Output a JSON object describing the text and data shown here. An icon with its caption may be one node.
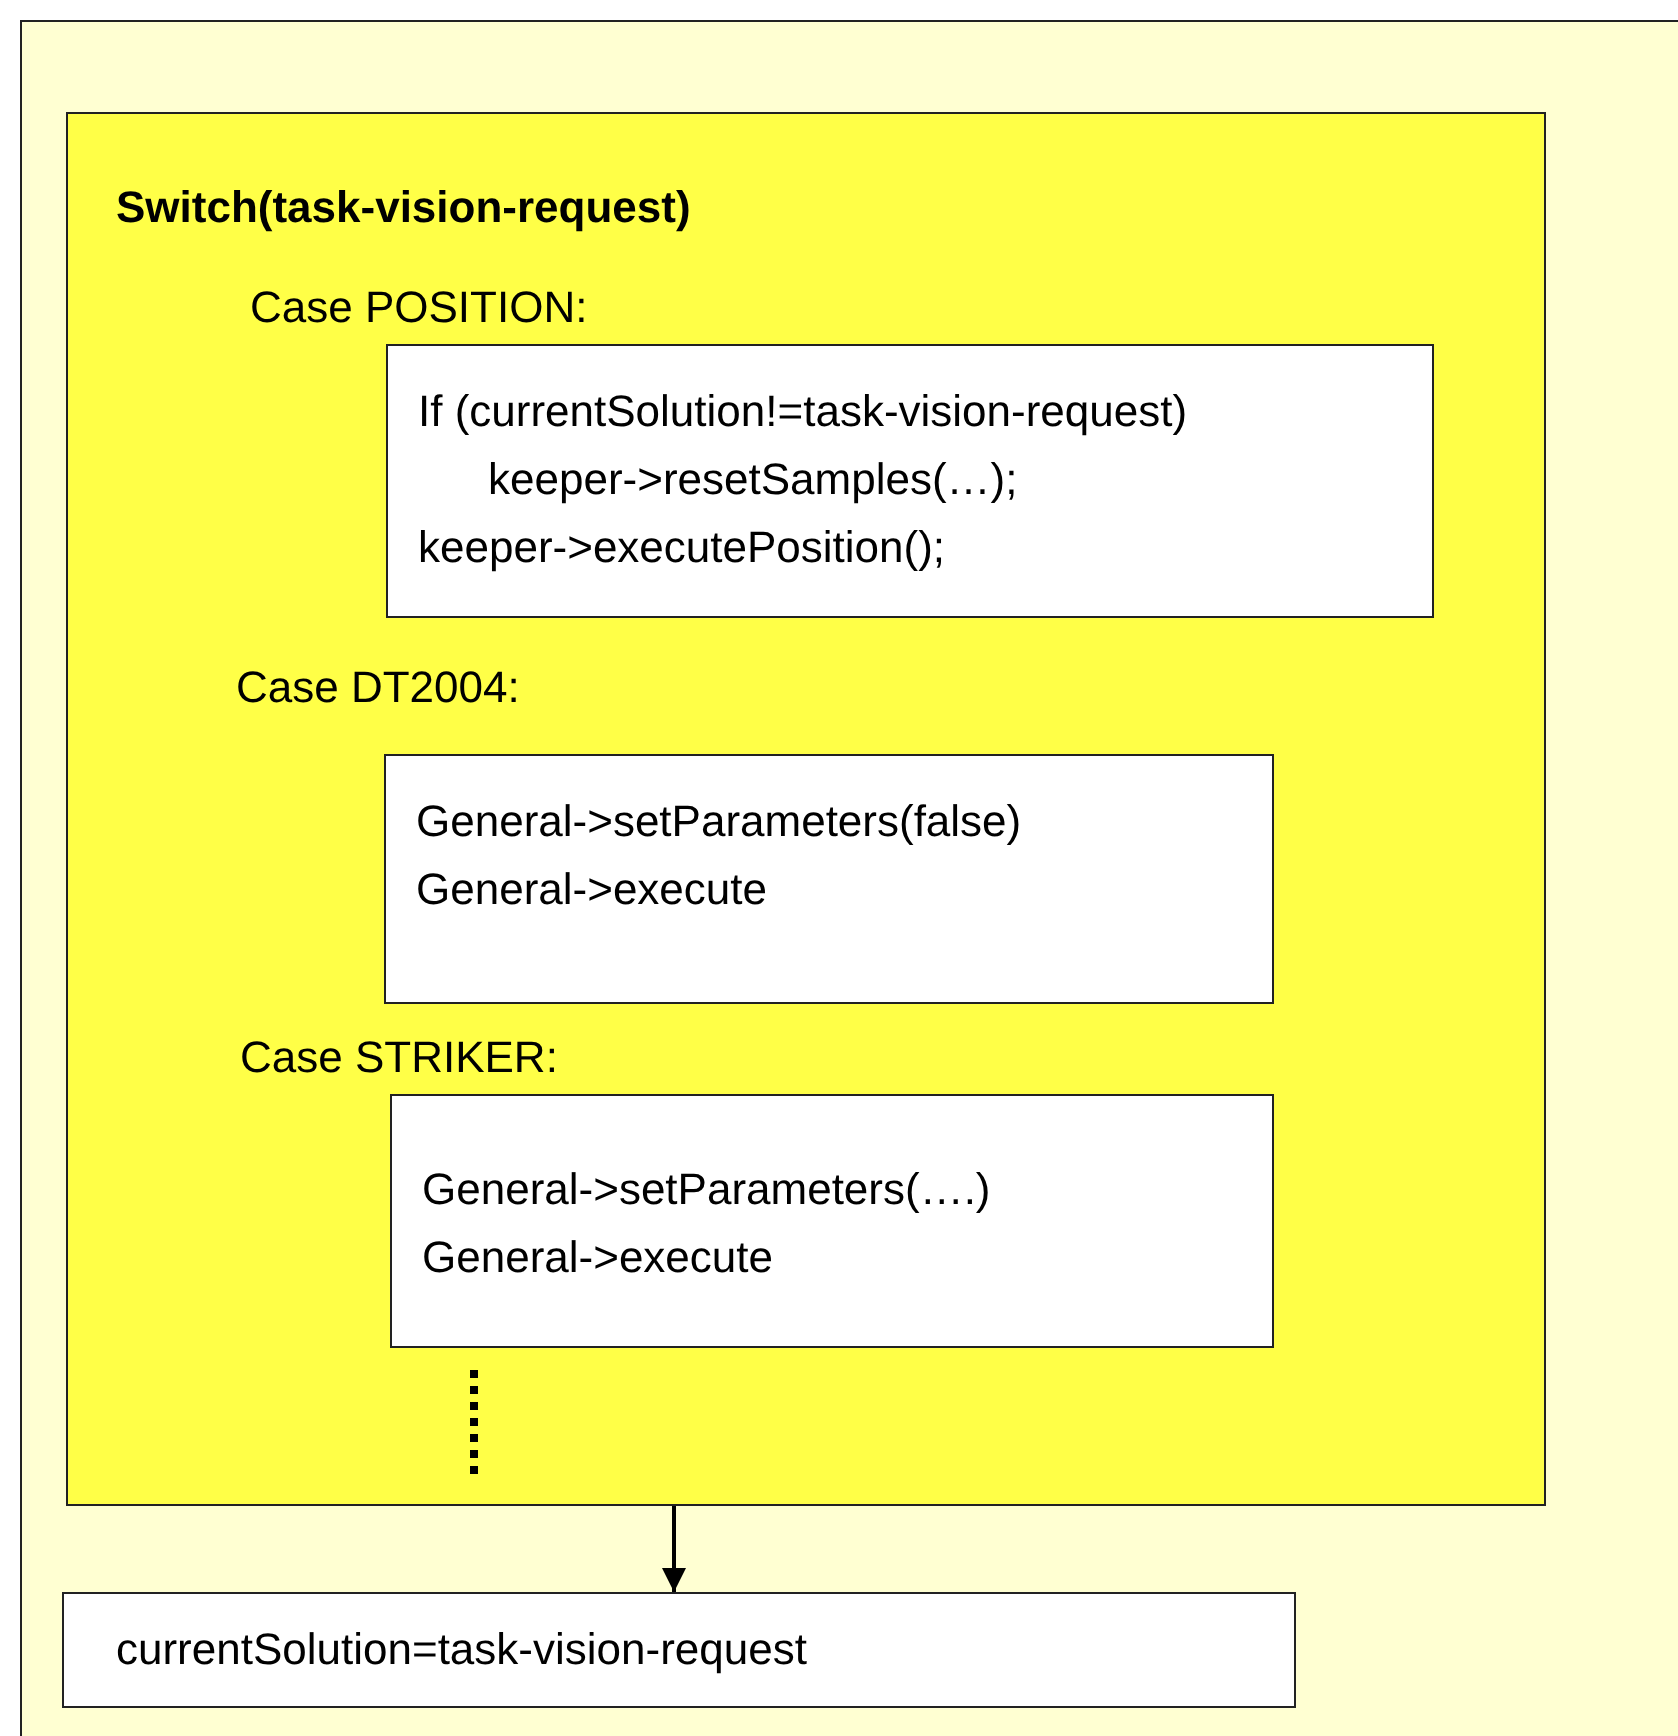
{
  "diagram": {
    "nodes": [
      {
        "text": [],
        "shape": "box"
      },
      {
        "text": [
          "Switch(task-vision-request)"
        ],
        "in": 0
      },
      {
        "text": [
          "Case POSITION:",
          "If (currentSolution!=task-vision-request)",
          "keeper->resetSamples(…);",
          "keeper->executePosition();"
        ],
        "in": 1
      },
      {
        "text": [
          "Case DT2004:",
          "General->setParameters(false)",
          "General->execute"
        ],
        "in": 1
      },
      {
        "text": [
          "Case STRIKER:",
          "General->setParameters(….)",
          "General->execute"
        ],
        "in": 1
      },
      {
        "text": [
          "currentSolution=task-vision-request"
        ],
        "in": 0
      }
    ],
    "edges": [
      {
        "from": 1,
        "to": 5,
        "arrow": "to"
      }
    ]
  }
}
